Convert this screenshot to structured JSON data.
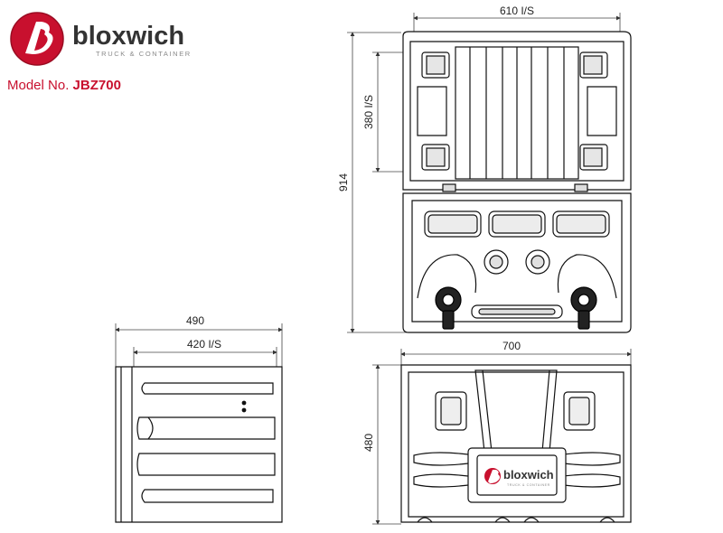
{
  "brand": {
    "name": "bloxwich",
    "tagline": "TRUCK & CONTAINER",
    "colors": {
      "red": "#c8102e",
      "dark": "#333333"
    }
  },
  "model": {
    "label": "Model No.",
    "number": "JBZ700"
  },
  "dimensions": {
    "top_width_is": "610 I/S",
    "top_depth_is": "380 I/S",
    "overall_height": "914",
    "side_width": "490",
    "side_width_is": "420 I/S",
    "front_width": "700",
    "front_height": "480"
  },
  "views": {
    "badge_name": "bloxwich",
    "badge_tagline": "TRUCK & CONTAINER"
  }
}
